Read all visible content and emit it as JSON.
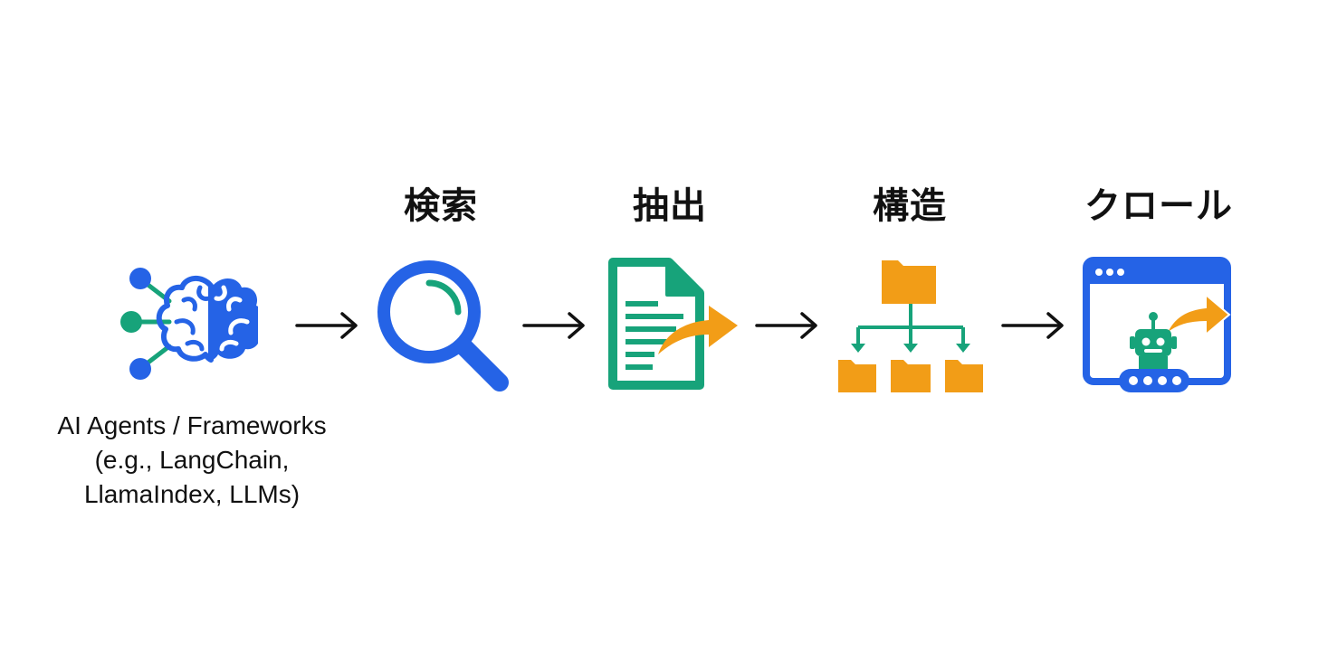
{
  "source": {
    "caption_lines": [
      "AI Agents / Frameworks",
      "(e.g., LangChain,",
      "LlamaIndex, LLMs)"
    ],
    "icon": "brain-network-icon"
  },
  "steps": [
    {
      "label": "検索",
      "icon": "magnifier-icon",
      "color": "#2563e6"
    },
    {
      "label": "抽出",
      "icon": "document-export-icon",
      "color": "#17a37a"
    },
    {
      "label": "構造",
      "icon": "folder-tree-icon",
      "color": "#f29d17"
    },
    {
      "label": "クロール",
      "icon": "browser-robot-icon",
      "color": "#2563e6"
    }
  ],
  "colors": {
    "blue": "#2563e6",
    "green": "#17a37a",
    "orange": "#f29d17",
    "text": "#111111"
  }
}
